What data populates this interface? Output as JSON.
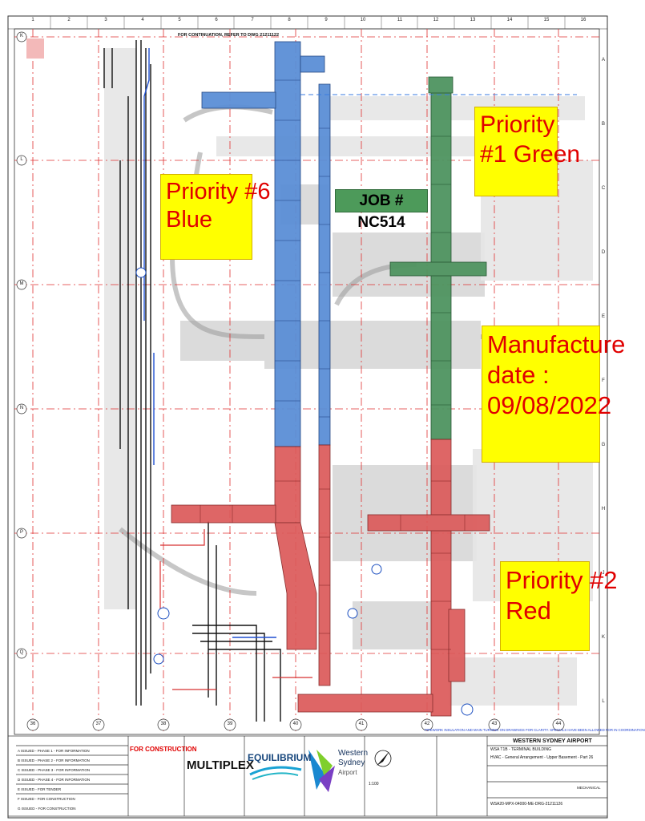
{
  "sheet": {
    "continuation_note": "FOR CONTINUATION, REFER TO DWG 21211122",
    "column_numbers": [
      "1",
      "2",
      "3",
      "4",
      "5",
      "6",
      "7",
      "8",
      "9",
      "10",
      "11",
      "12",
      "13",
      "14",
      "15",
      "16"
    ],
    "row_letters": [
      "A",
      "B",
      "C",
      "D",
      "E",
      "F",
      "G",
      "H",
      "J",
      "K",
      "L"
    ],
    "gridline_labels_left": [
      "K",
      "L",
      "M",
      "N",
      "P",
      "Q"
    ],
    "gridline_labels_bottom": [
      "36",
      "37",
      "38",
      "39",
      "40",
      "41",
      "42",
      "43",
      "44"
    ],
    "bottom_note": "PIPEWORK INSULATION AND MAIN TURNING ON DRAWINGS FOR CLARITY. SPECIALS HAVE BEEN ALLOWED FOR IN COORDINATION"
  },
  "annotations": {
    "priority_blue": [
      "Priority #6",
      "Blue"
    ],
    "priority_green": [
      "Priority",
      "#1 Green"
    ],
    "manufacture_date": [
      "Manufacture",
      "date :",
      "09/08/2022"
    ],
    "priority_red": [
      "Priority #2",
      "Red"
    ],
    "job_number": "JOB # NC514"
  },
  "colors": {
    "blue_duct": "#5b8fd6",
    "green_duct": "#4f9460",
    "red_duct": "#dc5a5a",
    "note_bg": "#ffff00",
    "note_text": "#e00000",
    "grid_red": "#e03030"
  },
  "title_block": {
    "stamp": "FOR CONSTRUCTION",
    "contractor": "MULTIPLEX",
    "subcontractor": "EQUILIBRIUM",
    "client_lines": [
      "Western",
      "Sydney",
      "Airport"
    ],
    "project": "WESTERN SYDNEY AIRPORT",
    "title_line1": "WSA T1B - TERMINAL BUILDING",
    "title_line2": "HVAC - General Arrangement - Upper Basement - Part 26",
    "discipline": "MECHANICAL",
    "drawing_number": "WSA20-MPX-04000-ME-DRG-21211126",
    "revision_label": "FOR CONSTRUCTION",
    "scale": "1:100",
    "revision_table": [
      "A  ISSUED - PHASE 1 - FOR INFORMATION",
      "B  ISSUED - PHASE 2 - FOR INFORMATION",
      "C  ISSUED - PHASE 3 - FOR INFORMATION",
      "D  ISSUED - PHASE 4 - FOR INFORMATION",
      "E  ISSUED - FOR TENDER",
      "F  ISSUED - FOR CONSTRUCTION",
      "G  ISSUED - FOR CONSTRUCTION"
    ]
  }
}
